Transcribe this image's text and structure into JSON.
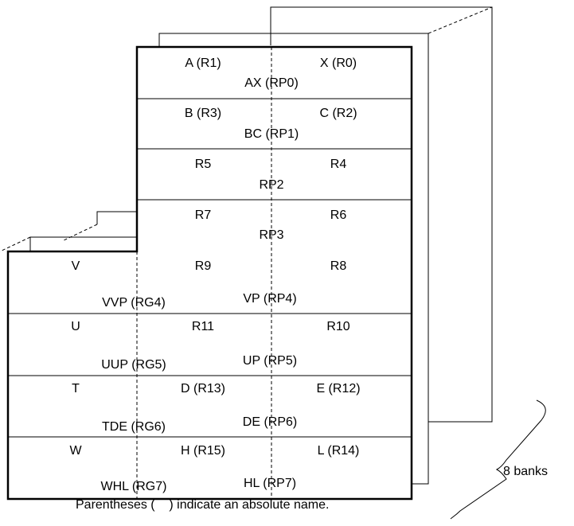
{
  "rows": [
    {
      "lhi": "A (R1)",
      "hi": "X (R0)",
      "pair": "AX (RP0)"
    },
    {
      "lhi": "B (R3)",
      "hi": "C (R2)",
      "pair": "BC (RP1)"
    },
    {
      "lhi": "R5",
      "hi": "R4",
      "pair": "RP2"
    },
    {
      "lhi": "R7",
      "hi": "R6",
      "pair": "RP3"
    },
    {
      "left": "V",
      "lhi": "R9",
      "hi": "R8",
      "group": "VVP (RG4)",
      "pair": "VP (RP4)"
    },
    {
      "left": "U",
      "lhi": "R11",
      "hi": "R10",
      "group": "UUP (RG5)",
      "pair": "UP (RP5)"
    },
    {
      "left": "T",
      "lhi": "D (R13)",
      "hi": "E (R12)",
      "group": "TDE (RG6)",
      "pair": "DE (RP6)"
    },
    {
      "left": "W",
      "lhi": "H (R15)",
      "hi": "L (R14)",
      "group": "WHL (RG7)",
      "pair": "HL (RP7)"
    }
  ],
  "banks_label": "8 banks",
  "caption": "Parentheses (    ) indicate an absolute name."
}
